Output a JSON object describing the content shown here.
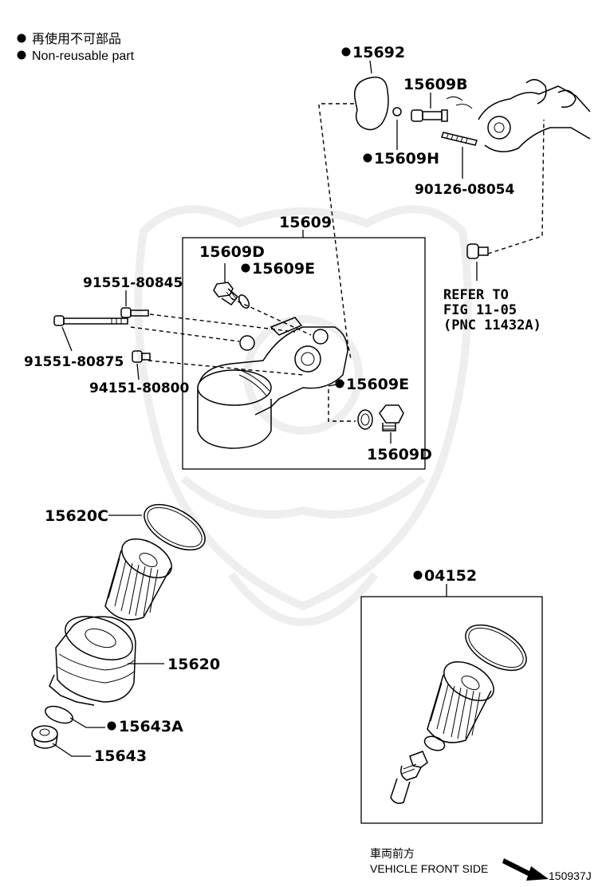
{
  "legend": {
    "jp": "再使用不可部品",
    "en": "Non-reusable part"
  },
  "labels": {
    "p15692": "15692",
    "p15609B": "15609B",
    "p15609H": "15609H",
    "p90126": "90126-08054",
    "p15609": "15609",
    "p15609D_top": "15609D",
    "p15609E_top": "15609E",
    "p91551_80845": "91551-80845",
    "p91551_80875": "91551-80875",
    "p94151": "94151-80800",
    "p15609E_bottom": "15609E",
    "p15609D_bottom": "15609D",
    "refer1": "REFER TO",
    "refer2": "FIG 11-05",
    "refer3": "(PNC 11432A)",
    "p15620C": "15620C",
    "p15620": "15620",
    "p15643A": "15643A",
    "p15643": "15643",
    "p04152": "04152"
  },
  "footer": {
    "jp": "車両前方",
    "en": "VEHICLE FRONT SIDE",
    "code": "150937J"
  },
  "non_reusable_parts": [
    "15692",
    "15609H",
    "15609E",
    "15643A",
    "04152"
  ]
}
